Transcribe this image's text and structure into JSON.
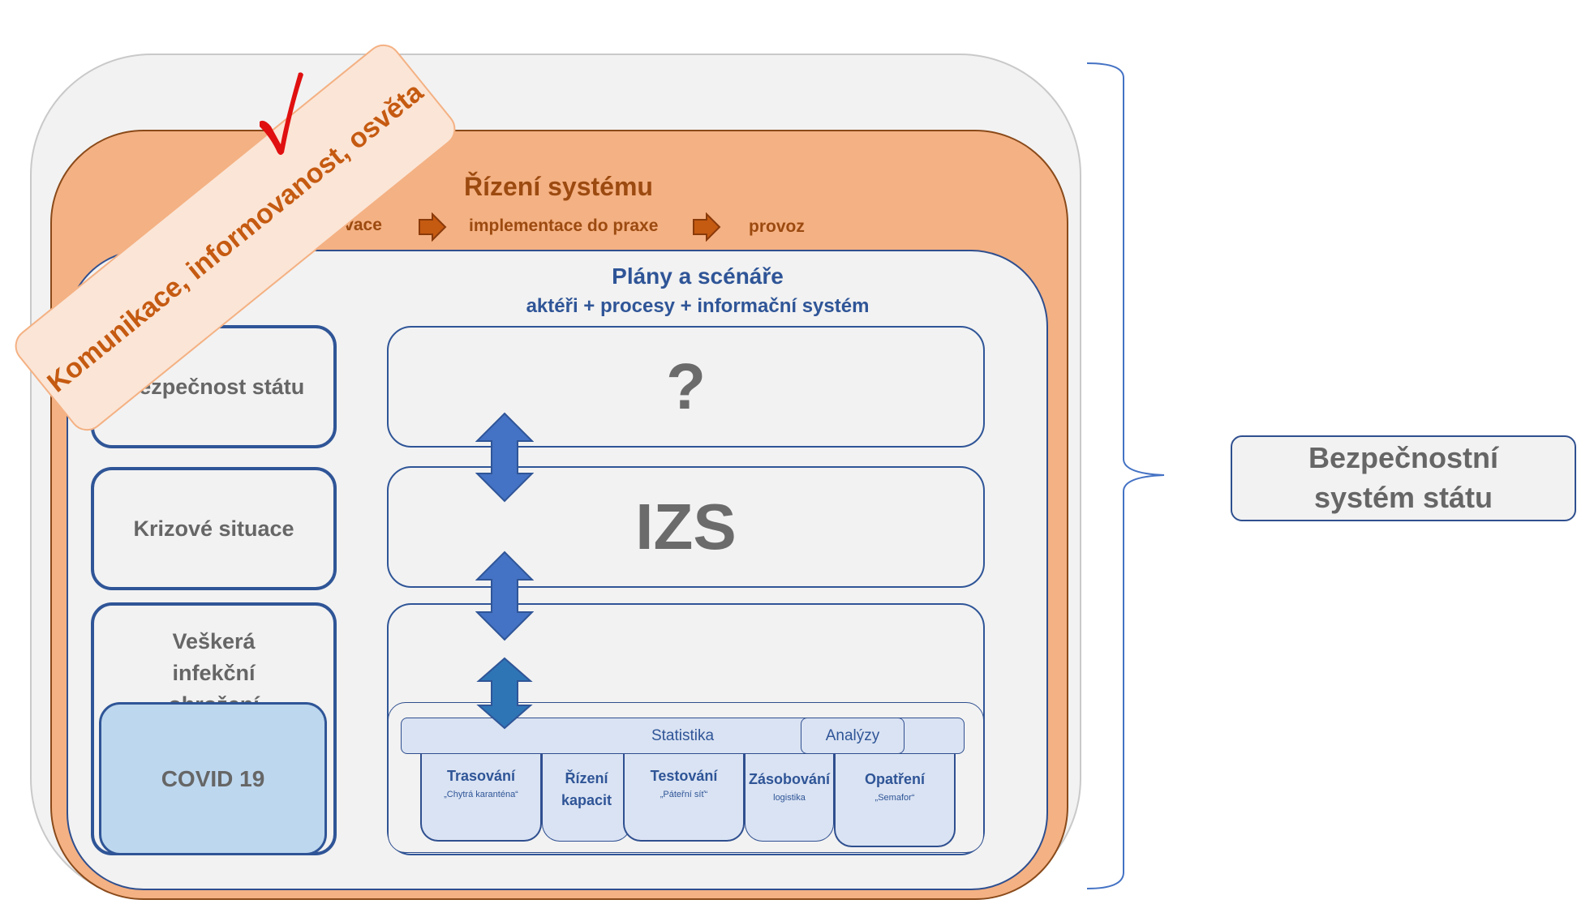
{
  "diagram": {
    "system_management": {
      "title": "Řízení systému",
      "steps": [
        "…, inovace",
        "implementace do praxe",
        "provoz"
      ]
    },
    "plans": {
      "title": "Plány a scénáře",
      "subtitle": "aktéři + procesy + informační systém"
    },
    "left_boxes": {
      "state_security": "Bezpečnost státu",
      "crisis": "Krizové situace",
      "infections": "Veškerá infekční ohrožení",
      "covid": "COVID 19"
    },
    "right_boxes": {
      "unknown": "?",
      "izs": "IZS"
    },
    "bottom": {
      "statistics": "Statistika",
      "analyses": "Analýzy",
      "tabs": [
        {
          "label": "Trasování",
          "note": "„Chytrá karanténa“"
        },
        {
          "label": "Řízení kapacit",
          "note": ""
        },
        {
          "label": "Testování",
          "note": "„Páteřní síť“"
        },
        {
          "label": "Zásobování",
          "note": "logistika"
        },
        {
          "label": "Opatření",
          "note": "„Semafor“"
        }
      ]
    },
    "banner": "Komunikace, informovanost, osvěta",
    "side_label": "Bezpečnostní systém státu",
    "colors": {
      "orange": "#f4b183",
      "blue": "#2f5597",
      "arrow_orange": "#c55a11",
      "check": "#e01010"
    }
  }
}
